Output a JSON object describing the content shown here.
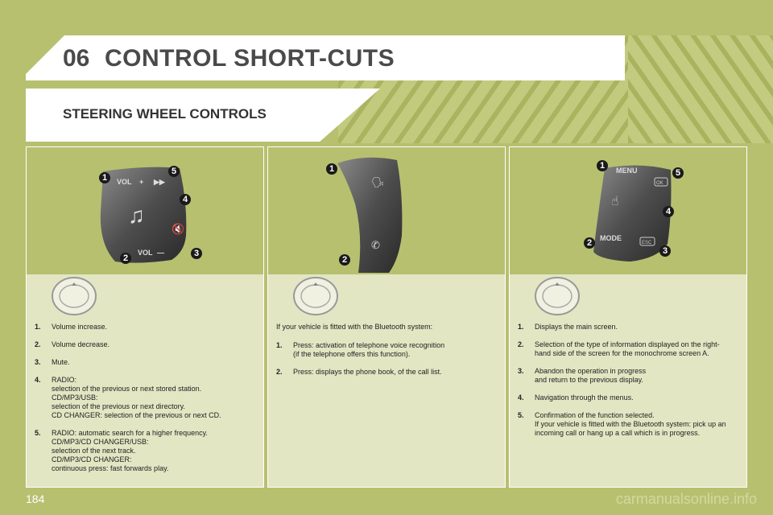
{
  "header": {
    "chapter_number": "06",
    "chapter_title": "CONTROL SHORT-CUTS",
    "section_title": "STEERING WHEEL CONTROLS"
  },
  "panels": [
    {
      "control_labels": {
        "vol_up": "VOL",
        "vol_down": "VOL"
      },
      "badges": [
        "1",
        "2",
        "3",
        "4",
        "5"
      ],
      "items": [
        {
          "n": "1.",
          "text": "Volume increase."
        },
        {
          "n": "2.",
          "text": "Volume decrease."
        },
        {
          "n": "3.",
          "text": "Mute."
        },
        {
          "n": "4.",
          "text": "RADIO:\nselection of the previous or next stored station.\nCD/MP3/USB:\nselection of the previous or next directory.\nCD CHANGER: selection of the previous or next CD."
        },
        {
          "n": "5.",
          "text": "RADIO: automatic search for a higher frequency.\nCD/MP3/CD CHANGER/USB:\nselection of the next track.\nCD/MP3/CD CHANGER:\ncontinuous press: fast forwards play."
        }
      ]
    },
    {
      "badges": [
        "1",
        "2"
      ],
      "intro": "If your vehicle is fitted with the Bluetooth system:",
      "items": [
        {
          "n": "1.",
          "text": "Press: activation of telephone voice recognition\n(if the telephone offers this function)."
        },
        {
          "n": "2.",
          "text": "Press: displays the phone book, of the call list."
        }
      ]
    },
    {
      "control_labels": {
        "menu": "MENU",
        "mode": "MODE",
        "ok": "OK",
        "esc": "ESC"
      },
      "badges": [
        "1",
        "2",
        "3",
        "4",
        "5"
      ],
      "items": [
        {
          "n": "1.",
          "text": "Displays the main screen."
        },
        {
          "n": "2.",
          "text": "Selection of the type of information displayed on the right-\nhand side of the screen for the monochrome screen A."
        },
        {
          "n": "3.",
          "text": "Abandon the operation in progress\nand return to the previous display."
        },
        {
          "n": "4.",
          "text": "Navigation through the menus."
        },
        {
          "n": "5.",
          "text": "Confirmation of the function selected.\nIf your vehicle is fitted with the Bluetooth system: pick up an\nincoming call or hang up a call which is in progress."
        }
      ]
    }
  ],
  "footer": {
    "page_number": "184",
    "watermark": "carmanualsonline.info"
  }
}
